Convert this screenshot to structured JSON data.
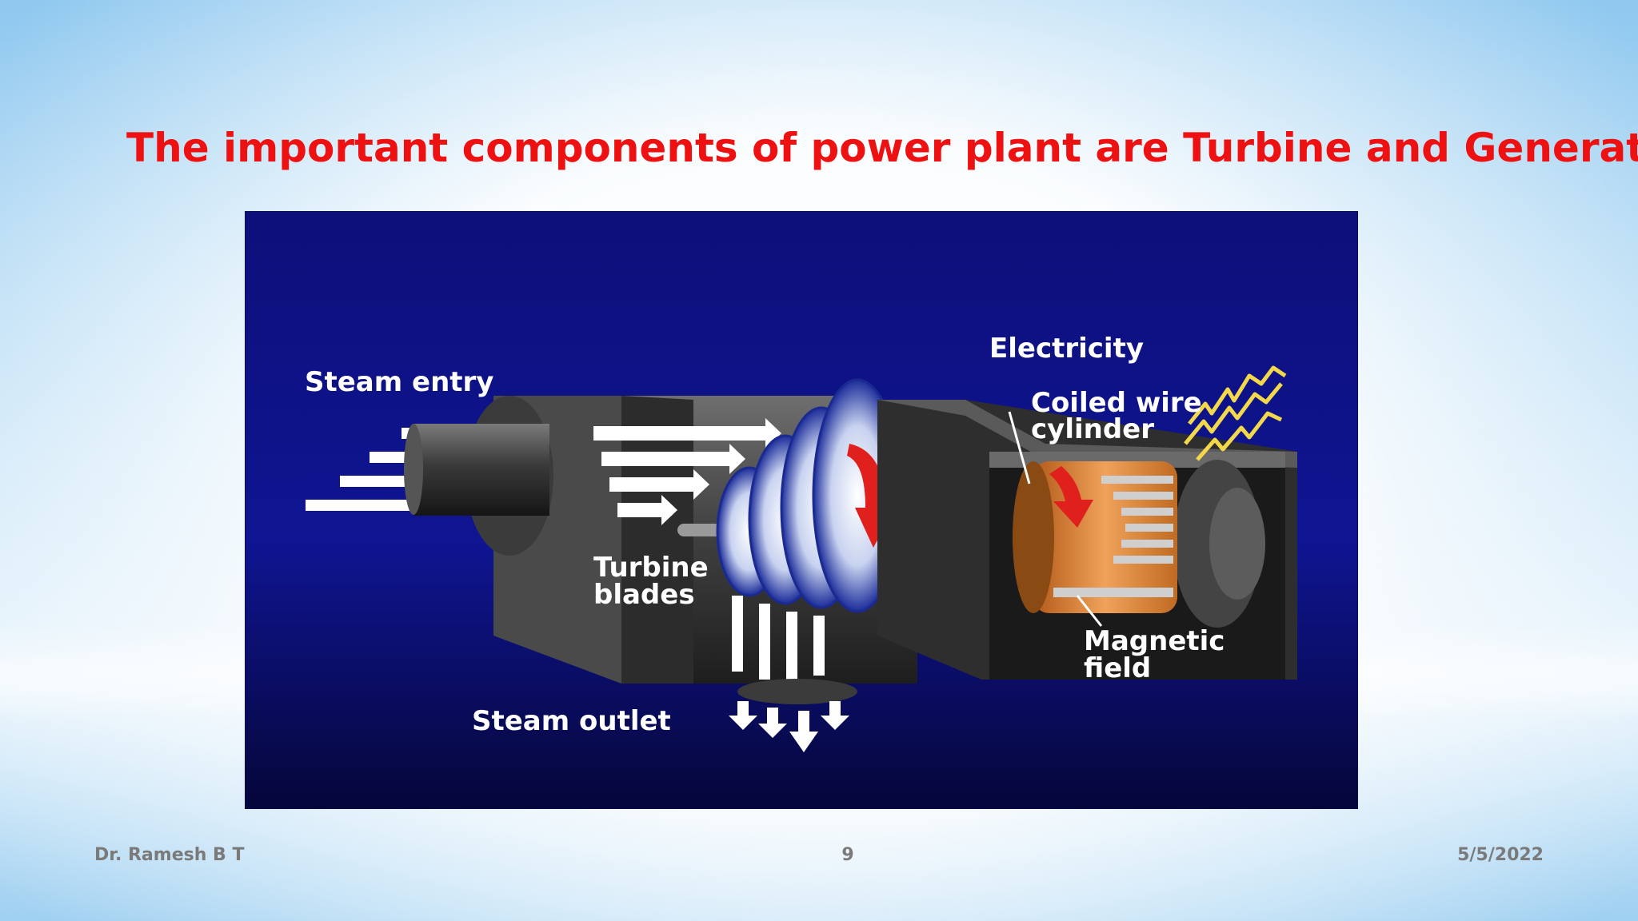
{
  "slide": {
    "title": "The important components of power plant are Turbine and Generator",
    "accent_color": "#ee1111"
  },
  "diagram": {
    "labels": {
      "steam_entry": "Steam entry",
      "electricity": "Electricity",
      "coiled_wire_line1": "Coiled wire",
      "coiled_wire_line2": "cylinder",
      "turbine_line1": "Turbine",
      "turbine_line2": "blades",
      "magnetic_line1": "Magnetic",
      "magnetic_line2": "field",
      "steam_outlet": "Steam outlet"
    },
    "background_color": "#0e1180"
  },
  "footer": {
    "author": "Dr. Ramesh B T",
    "page_number": "9",
    "date": "5/5/2022"
  }
}
